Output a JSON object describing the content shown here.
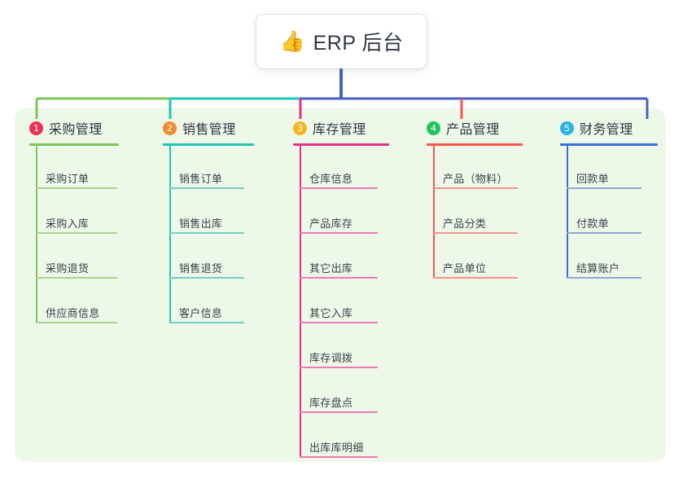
{
  "diagram": {
    "root": {
      "icon": "thumbs-up-icon",
      "emoji": "👍",
      "label": "ERP 后台"
    },
    "panel_color": "#eef8e9",
    "trunk_color": "#4a5fc1",
    "columns": [
      {
        "index": "1",
        "badge_number": "❶",
        "badge_digit": "1",
        "badge_color": "#ee2f57",
        "rule_color": "#7ec45a",
        "line_color": "#a8d48b",
        "connector_color": "#7ec45a",
        "title": "采购管理",
        "items": [
          "采购订单",
          "采购入库",
          "采购退货",
          "供应商信息"
        ]
      },
      {
        "index": "2",
        "badge_number": "❷",
        "badge_digit": "2",
        "badge_color": "#f28a30",
        "rule_color": "#1ec8b0",
        "line_color": "#6fd0c2",
        "connector_color": "#1ec8b0",
        "title": "销售管理",
        "items": [
          "销售订单",
          "销售出库",
          "销售退货",
          "客户信息"
        ]
      },
      {
        "index": "3",
        "badge_number": "❸",
        "badge_digit": "3",
        "badge_color": "#f5b521",
        "rule_color": "#e62f8b",
        "line_color": "#ef7ab4",
        "connector_color": "#e62f8b",
        "title": "库存管理",
        "items": [
          "仓库信息",
          "产品库存",
          "其它出库",
          "其它入库",
          "库存调拨",
          "库存盘点",
          "出库库明细"
        ]
      },
      {
        "index": "4",
        "badge_number": "❹",
        "badge_digit": "4",
        "badge_color": "#22c35e",
        "rule_color": "#f8544f",
        "line_color": "#f5928c",
        "connector_color": "#f8544f",
        "title": "产品管理",
        "items": [
          "产品（物料）",
          "产品分类",
          "产品单位"
        ]
      },
      {
        "index": "5",
        "badge_number": "❺",
        "badge_digit": "5",
        "badge_color": "#2bb3e3",
        "rule_color": "#3b6fd4",
        "line_color": "#8fa8d8",
        "connector_color": "#4a5fc1",
        "title": "财务管理",
        "items": [
          "回款单",
          "付款单",
          "结算账户"
        ]
      }
    ]
  }
}
